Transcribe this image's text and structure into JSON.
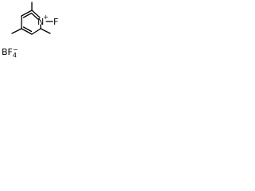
{
  "molecule": {
    "nitrogen": "N",
    "nitrogen_charge": "+",
    "fluorine": "F"
  },
  "counterion": {
    "base": "BF",
    "subscript": "4",
    "charge": "−"
  }
}
